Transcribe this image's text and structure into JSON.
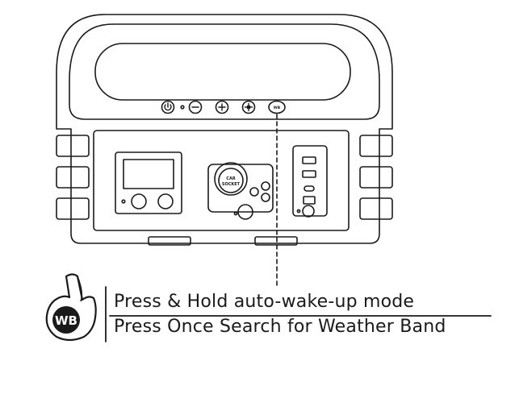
{
  "device": {
    "buttons": [
      {
        "name": "power-button",
        "icon": "power-icon"
      },
      {
        "name": "minus-button",
        "icon": "minus-icon"
      },
      {
        "name": "plus-button",
        "icon": "plus-icon"
      },
      {
        "name": "light-button",
        "icon": "sun-icon"
      },
      {
        "name": "wb-button",
        "icon": "wb-icon",
        "label": "WB"
      }
    ],
    "car_socket_label_line1": "CAR",
    "car_socket_label_line2": "SOCKET"
  },
  "callout": {
    "icon": "hand-pointer-icon",
    "badge_text": "WB",
    "line1": "Press & Hold auto-wake-up mode",
    "line2": "Press Once Search for Weather Band"
  }
}
